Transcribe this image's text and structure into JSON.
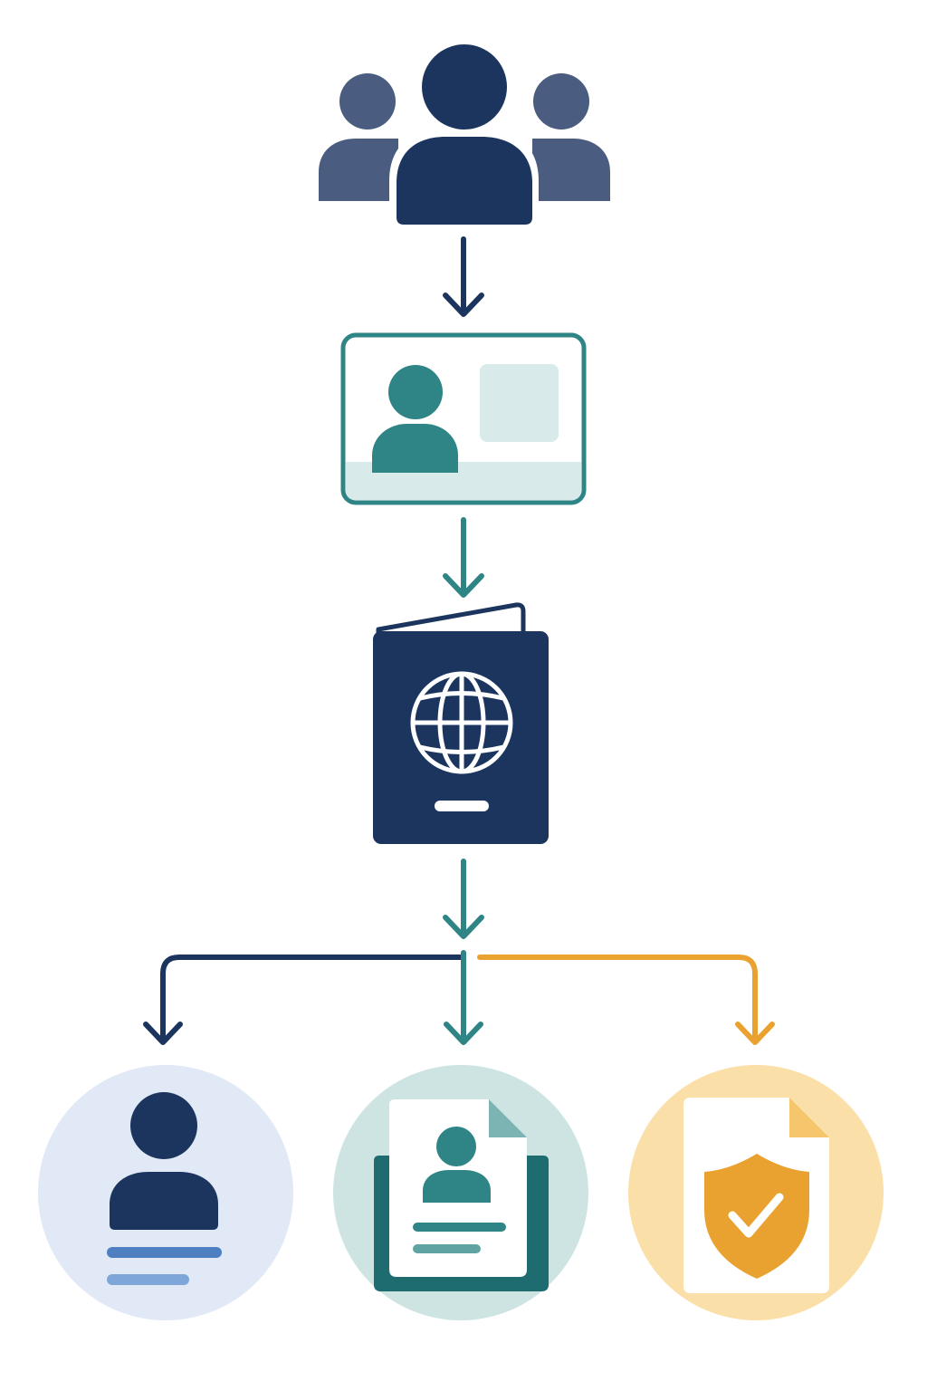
{
  "colors": {
    "navy": "#1b355f",
    "slate": "#4a5d80",
    "teal": "#2f8585",
    "teal_light": "#cde4e3",
    "teal_pale": "#d8ebea",
    "amber": "#e9a22f",
    "amber_light": "#fbdfa8",
    "blue_pale": "#e0e9f5",
    "blue_line": "#4e7fc0",
    "blue_line_light": "#7fa6d8",
    "background": "#ffffff"
  },
  "nodes": [
    {
      "id": "user-group",
      "icon": "user-group-icon"
    },
    {
      "id": "id-card",
      "icon": "id-card-icon"
    },
    {
      "id": "passport",
      "icon": "passport-icon"
    },
    {
      "id": "user-profile",
      "icon": "user-profile-icon"
    },
    {
      "id": "document-folder",
      "icon": "document-folder-icon"
    },
    {
      "id": "verified-document",
      "icon": "verified-shield-document-icon"
    }
  ],
  "edges": [
    {
      "from": "user-group",
      "to": "id-card",
      "color": "navy"
    },
    {
      "from": "id-card",
      "to": "passport",
      "color": "teal"
    },
    {
      "from": "passport",
      "to": "user-profile",
      "color": "navy"
    },
    {
      "from": "passport",
      "to": "document-folder",
      "color": "teal"
    },
    {
      "from": "passport",
      "to": "verified-document",
      "color": "amber"
    }
  ]
}
